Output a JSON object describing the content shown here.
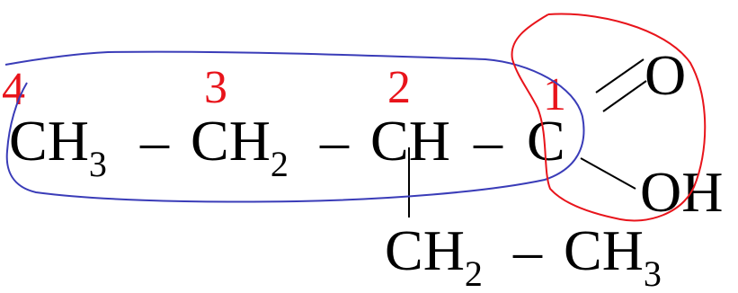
{
  "chain": {
    "ch3": {
      "main": "CH",
      "sub": "3"
    },
    "dash1": "–",
    "ch2": {
      "main": "CH",
      "sub": "2"
    },
    "dash2": "–",
    "ch": "CH",
    "dash3": "–",
    "c": "C"
  },
  "carboxyl": {
    "o": "O",
    "oh": "OH"
  },
  "branch": {
    "ch2": {
      "main": "CH",
      "sub": "2"
    },
    "dash": "–",
    "ch3": {
      "main": "CH",
      "sub": "3"
    }
  },
  "numbering": {
    "n4": "4",
    "n3": "3",
    "n2": "2",
    "n1": "1"
  },
  "colors": {
    "numbers": "#e8141b",
    "chain_outline": "#3a3cb8",
    "carboxyl_outline": "#e8141b",
    "bonds": "#000000"
  }
}
